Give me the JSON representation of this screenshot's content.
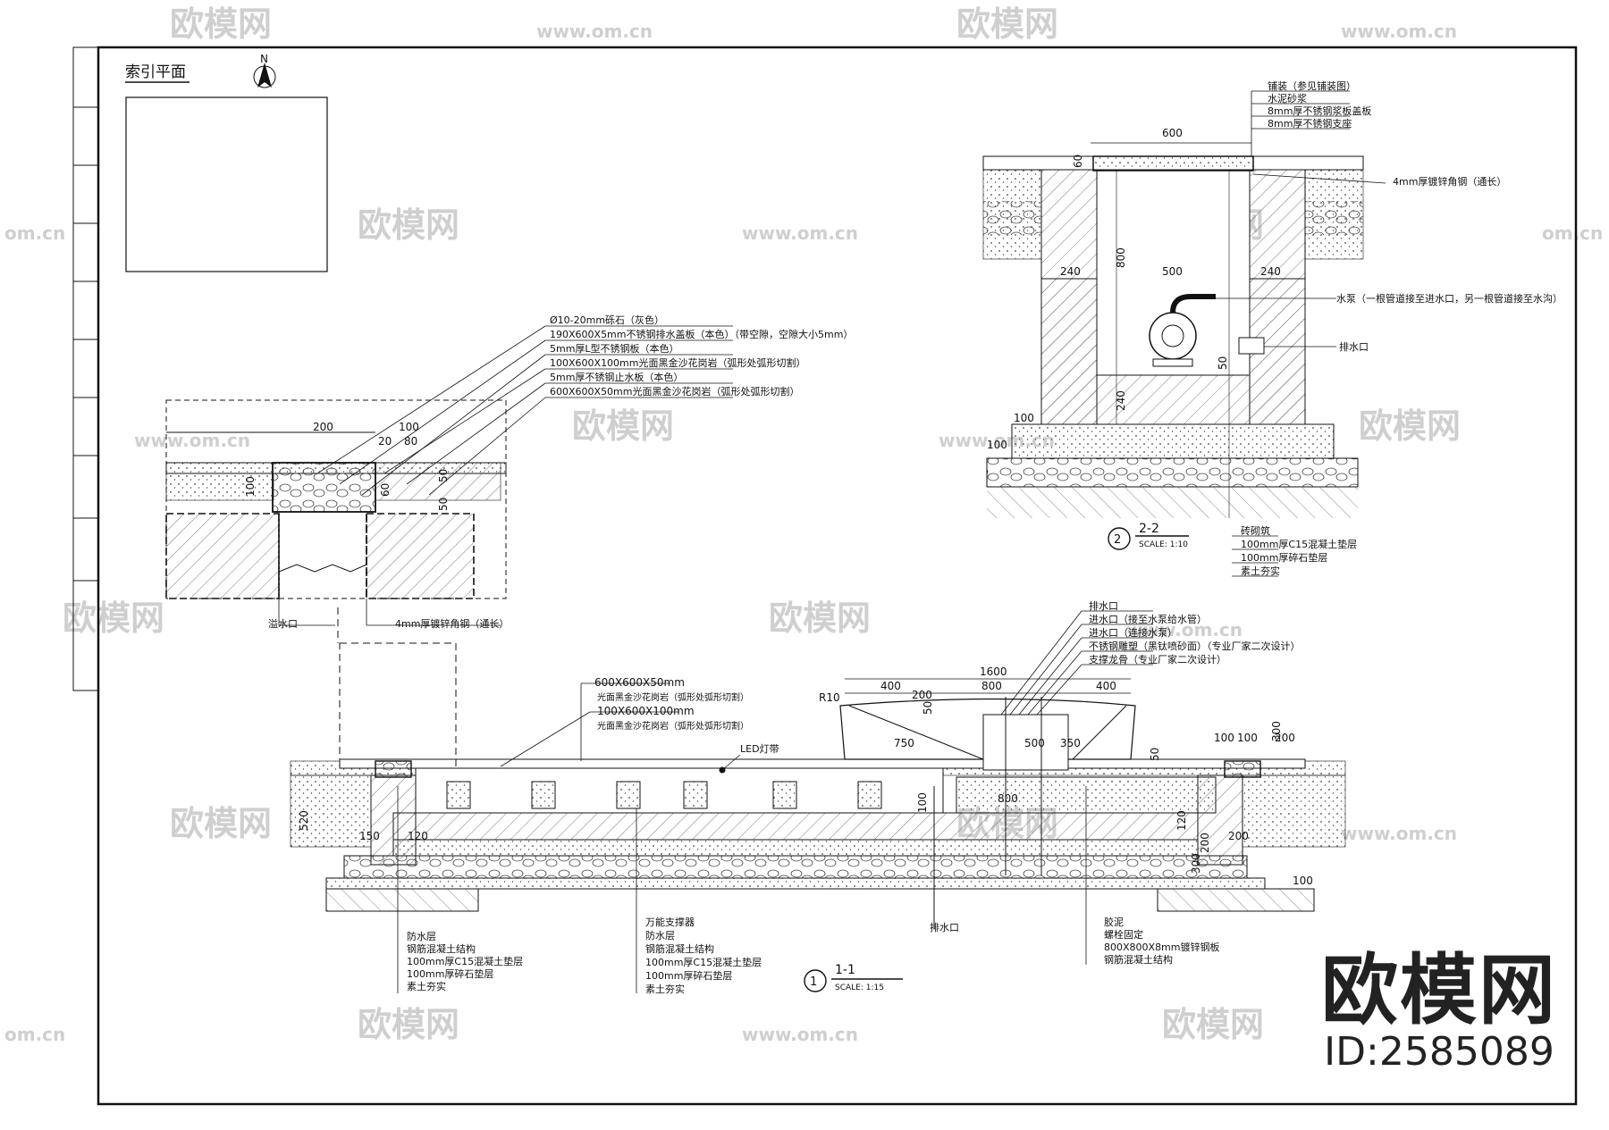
{
  "index_plan": {
    "title": "索引平面",
    "north": "N"
  },
  "detail_top": {
    "dims": [
      "200",
      "100",
      "20",
      "80",
      "100",
      "50",
      "50",
      "60"
    ],
    "callouts": [
      "Ø10-20mm砾石（灰色）",
      "190X600X5mm不锈钢排水盖板（本色）（带空隙，空隙大小5mm）",
      "5mm厚L型不锈钢板（本色）",
      "100X600X100mm光面黑金沙花岗岩（弧形处弧形切割）",
      "5mm厚不锈钢止水板（本色）",
      "600X600X50mm光面黑金沙花岗岩（弧形处弧形切割）"
    ],
    "bottom_labels": [
      "溢水口",
      "4mm厚镀锌角钢（通长）"
    ]
  },
  "section_2": {
    "number": "2",
    "name": "2-2",
    "scale": "SCALE:  1:10",
    "dims": [
      "600",
      "60",
      "800",
      "240",
      "500",
      "240",
      "50",
      "240",
      "100",
      "100"
    ],
    "callouts_top": [
      "铺装（参见铺装图）",
      "水泥砂浆",
      "8mm厚不锈钢浆板盖板",
      "8mm厚不锈钢支座"
    ],
    "callout_angle": "4mm厚镀锌角钢（通长）",
    "callout_pump": "水泵（一根管道接至进水口，另一根管道接至水沟）",
    "callout_drain": "排水口",
    "callouts_bottom": [
      "砖砌筑",
      "100mm厚C15混凝土垫层",
      "100mm厚碎石垫层",
      "素土夯实"
    ]
  },
  "section_1": {
    "number": "1",
    "name": "1-1",
    "scale": "SCALE:  1:15",
    "top_labels": [
      "600X600X50mm",
      "光面黑金沙花岗岩（弧形处弧形切割）",
      "100X600X100mm",
      "光面黑金沙花岗岩（弧形处弧形切割）"
    ],
    "led": "LED灯带",
    "bowl_callouts": [
      "排水口",
      "进水口（接至水泵给水管）",
      "进水口（连接水泵）",
      "不锈钢雕塑（黑钛喷砂面）（专业厂家二次设计）",
      "支撑龙骨（专业厂家二次设计）"
    ],
    "dims": [
      "1600",
      "400",
      "800",
      "400",
      "R10",
      "50",
      "750",
      "500",
      "350",
      "300",
      "200",
      "100",
      "100",
      "200",
      "300",
      "50",
      "200",
      "120",
      "800",
      "100",
      "520",
      "150",
      "120",
      "200",
      "100"
    ],
    "left_labels": [
      "防水层",
      "钢筋混凝土结构",
      "100mm厚C15混凝土垫层",
      "100mm厚碎石垫层",
      "素土夯实"
    ],
    "mid_labels": [
      "万能支撑器",
      "防水层",
      "钢筋混凝土结构",
      "100mm厚C15混凝土垫层",
      "100mm厚碎石垫层",
      "素土夯实"
    ],
    "drain_label": "排水口",
    "right_labels": [
      "胶泥",
      "螺栓固定",
      "800X800X8mm镀锌钢板",
      "钢筋混凝土结构"
    ]
  },
  "watermarks": {
    "site": "www.om.cn",
    "logo": "欧模网",
    "short": "om.cn"
  },
  "brand": {
    "logo": "欧模网",
    "id": "ID:2585089"
  }
}
